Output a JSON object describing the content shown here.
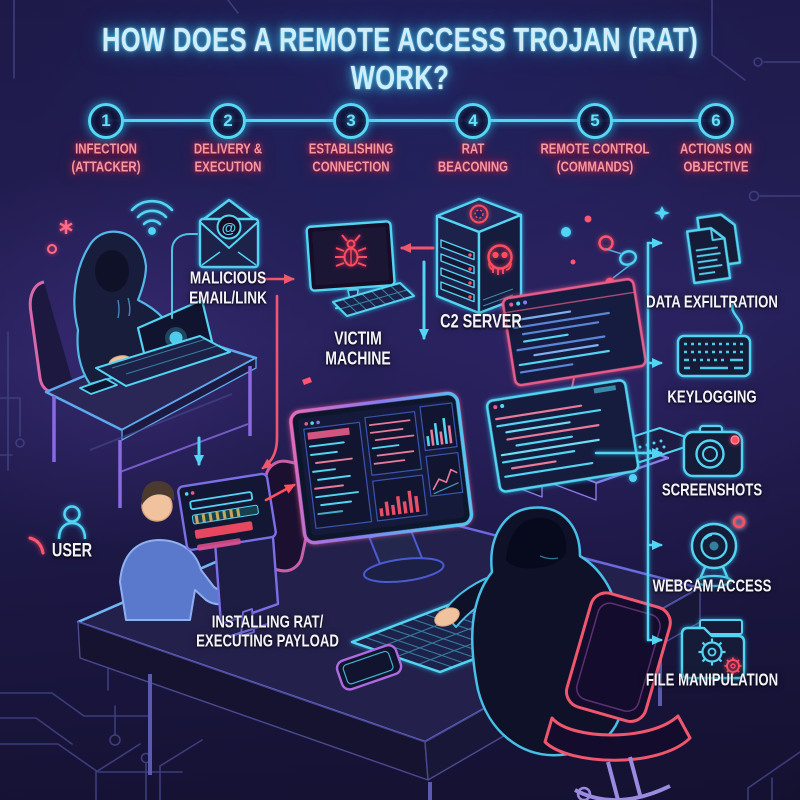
{
  "title": "HOW DOES A REMOTE ACCESS TROJAN (RAT) WORK?",
  "steps": [
    {
      "number": "1",
      "line1": "INFECTION",
      "line2": "(ATTACKER)"
    },
    {
      "number": "2",
      "line1": "DELIVERY &",
      "line2": "EXECUTION"
    },
    {
      "number": "3",
      "line1": "ESTABLISHING",
      "line2": "CONNECTION"
    },
    {
      "number": "4",
      "line1": "RAT",
      "line2": "BEACONING"
    },
    {
      "number": "5",
      "line1": "REMOTE CONTROL",
      "line2": "(COMMANDS)"
    },
    {
      "number": "6",
      "line1": "ACTIONS ON",
      "line2": "OBJECTIVE"
    }
  ],
  "scene_labels": {
    "malicious_email_line1": "MALICIOUS",
    "malicious_email_line2": "EMAIL/LINK",
    "victim_machine_line1": "VICTIM",
    "victim_machine_line2": "MACHINE",
    "c2_server": "C2 SERVER",
    "user": "USER",
    "installing_line1": "INSTALLING RAT/",
    "installing_line2": "EXECUTING PAYLOAD"
  },
  "glyphs": {
    "at_sign": "@"
  },
  "actions": [
    {
      "label": "DATA EXFILTRATION",
      "icon": "documents-icon"
    },
    {
      "label": "KEYLOGGING",
      "icon": "keyboard-icon"
    },
    {
      "label": "SCREENSHOTS",
      "icon": "camera-icon"
    },
    {
      "label": "WEBCAM ACCESS",
      "icon": "webcam-icon"
    },
    {
      "label": "FILE MANIPULATION",
      "icon": "folder-gear-icon"
    }
  ],
  "colors": {
    "background": "#1d1948",
    "neon_cyan": "#52d4f2",
    "neon_pink": "#ef5f8e",
    "neon_red": "#ff4d5e",
    "neon_purple": "#8a6ae0",
    "title_text": "#cfeef9",
    "step_label_text": "#f59aa2",
    "white_label_text": "#f4f3f8"
  }
}
